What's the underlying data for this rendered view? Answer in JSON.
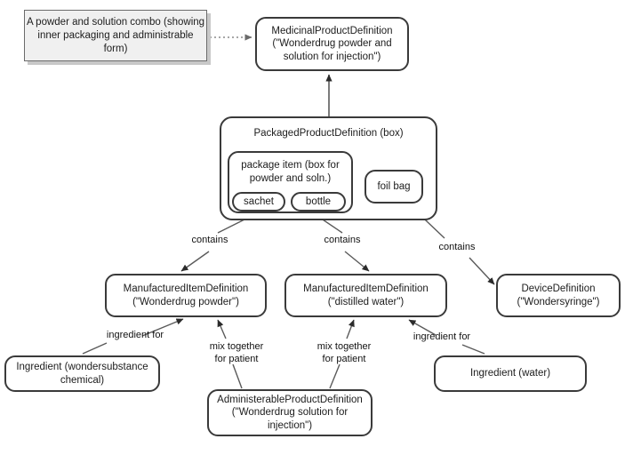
{
  "diagram": {
    "title": "FHIR medicinal product packaging example",
    "background": "#ffffff",
    "node_border": "#3a3a3a",
    "note_fill": "#f0f0f0"
  },
  "note": {
    "text": "A powder and solution combo\n(showing inner packaging\nand administrable form)"
  },
  "nodes": {
    "medicinal_product": {
      "label": "MedicinalProductDefinition\n(\"Wonderdrug powder and\nsolution for injection\")"
    },
    "packaged_product": {
      "label": "PackagedProductDefinition (box)"
    },
    "package_item": {
      "label": "package item (box for\npowder and soln.)"
    },
    "sachet": {
      "label": "sachet"
    },
    "bottle": {
      "label": "bottle"
    },
    "foil_bag": {
      "label": "foil bag"
    },
    "manufactured_powder": {
      "label": "ManufacturedItemDefinition\n(\"Wonderdrug powder\")"
    },
    "manufactured_water": {
      "label": "ManufacturedItemDefinition\n(\"distilled water\")"
    },
    "device": {
      "label": "DeviceDefinition\n(\"Wondersyringe\")"
    },
    "ingredient_chemical": {
      "label": "Ingredient (wondersubstance\nchemical)"
    },
    "administerable_product": {
      "label": "AdministerableProductDefinition\n(\"Wonderdrug solution for\ninjection\")"
    },
    "ingredient_water": {
      "label": "Ingredient (water)"
    }
  },
  "edge_labels": {
    "contains_sachet": "contains",
    "contains_bottle": "contains",
    "contains_foil": "contains",
    "ingredient_for_chemical": "ingredient for",
    "mix_powder": "mix together\nfor patient",
    "mix_water": "mix together\nfor patient",
    "ingredient_for_water": "ingredient for"
  }
}
